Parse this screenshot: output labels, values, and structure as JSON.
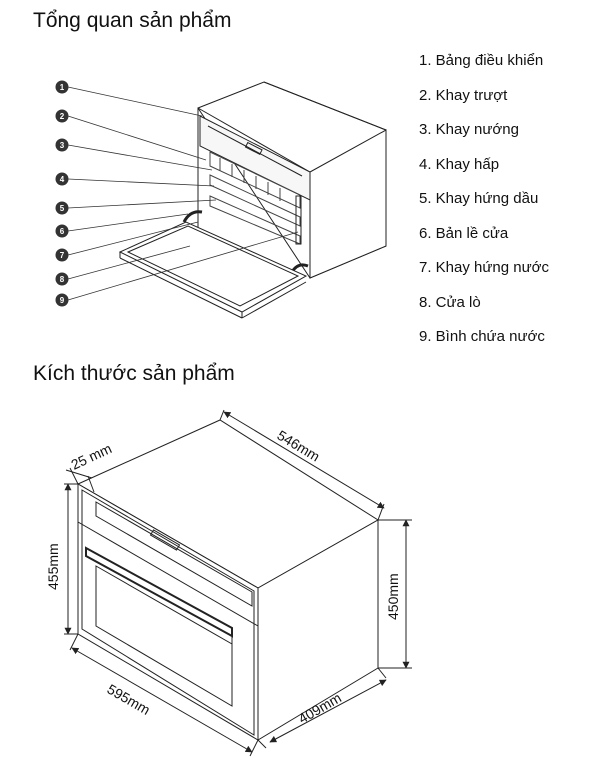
{
  "overview": {
    "title": "Tổng quan sản phẩm",
    "parts": [
      "1. Bảng điều khiển",
      "2. Khay trượt",
      "3. Khay nướng",
      "4. Khay hấp",
      "5. Khay hứng dầu",
      "6. Bản lề cửa",
      "7. Khay hứng nước",
      "8. Cửa lò",
      "9. Bình chứa nước"
    ],
    "callouts": [
      "1",
      "2",
      "3",
      "4",
      "5",
      "6",
      "7",
      "8",
      "9"
    ]
  },
  "dimensions": {
    "title": "Kích thước sản phẩm",
    "labels": {
      "panel": "25 mm",
      "depth": "546mm",
      "height_front": "455mm",
      "height_body": "450mm",
      "width": "595mm",
      "width_body": "409mm"
    }
  }
}
